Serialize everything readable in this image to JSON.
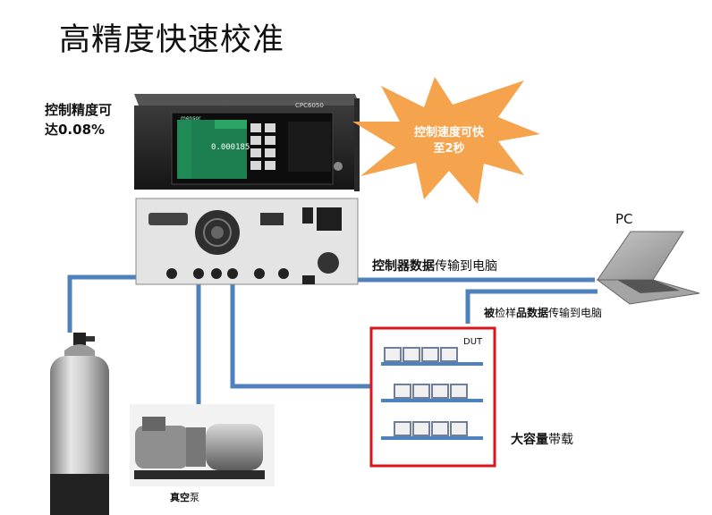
{
  "title": "高精度快速校准",
  "accuracy": {
    "line1": "控制精度可",
    "line2": "达0.08%"
  },
  "speed_burst": {
    "line1": "控制速度可快",
    "line2": "至2秒"
  },
  "device": {
    "model": "CPC6050",
    "brand": "mensor",
    "reading": "0.000185"
  },
  "pc_label": "PC",
  "controller_link": {
    "bold": "控制器数据",
    "normal": "传输到电脑"
  },
  "dut_link": {
    "bold1": "被",
    "normal1": "检样",
    "bold2": "品数据",
    "normal2": "传输到电脑"
  },
  "dut_label": "DUT",
  "capacity": {
    "bold": "大容量",
    "normal": "带载"
  },
  "vacuum_pump": {
    "bold": "真空",
    "normal": "泵"
  },
  "colors": {
    "pipe": "#4f81bd",
    "burst": "#f5a34c",
    "dut_border": "#d9141b",
    "screen": "#1f8a55"
  }
}
